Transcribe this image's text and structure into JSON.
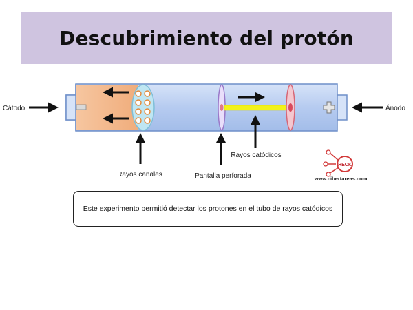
{
  "title": "Descubrimiento del protón",
  "labels": {
    "cathode": "Cátodo",
    "anode": "Ánodo",
    "canal_rays": "Rayos canales",
    "perforated_screen": "Pantalla perforada",
    "cathode_rays": "Rayos catódicos"
  },
  "logo": {
    "text": "HECK",
    "url": "www.cibertareas.com"
  },
  "caption": "Este experimento permitió detectar los protones en el tubo de rayos catódicos",
  "colors": {
    "title_band": "#cfc4e0",
    "tube_blue": "#b6cbf0",
    "tube_orange": "#f3b98c",
    "beam_yellow": "#f2f21a",
    "disc_red": "#e07a86",
    "canal_disc": "#bfe6f2",
    "screen_purple": "#b59bd6"
  }
}
